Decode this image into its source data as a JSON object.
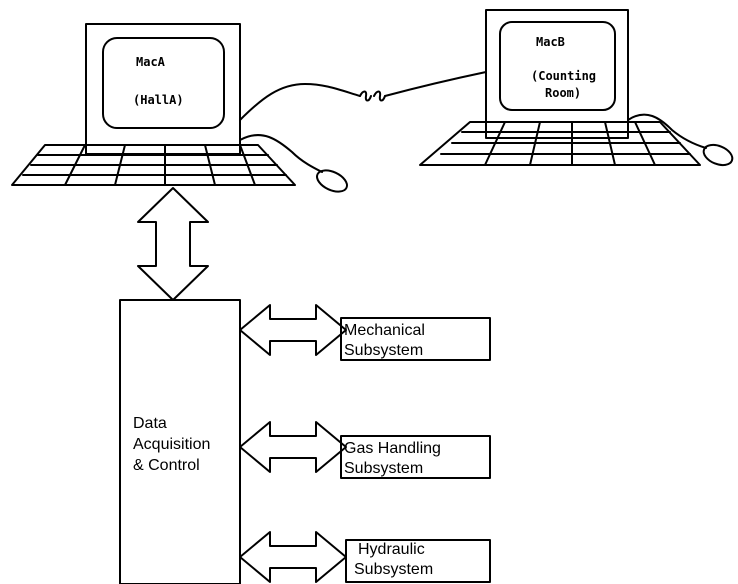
{
  "computers": [
    {
      "name": "MacA",
      "location": "(HallA)"
    },
    {
      "name": "MacB",
      "location_line1": "(Counting",
      "location_line2": "Room)"
    }
  ],
  "daq": {
    "line1": "Data",
    "line2": "Acquisition",
    "line3": "& Control"
  },
  "subsystems": [
    {
      "line1": "Mechanical",
      "line2": "Subsystem"
    },
    {
      "line1": "Gas Handling",
      "line2": "Subsystem"
    },
    {
      "line1": "Hydraulic",
      "line2": "Subsystem"
    }
  ]
}
